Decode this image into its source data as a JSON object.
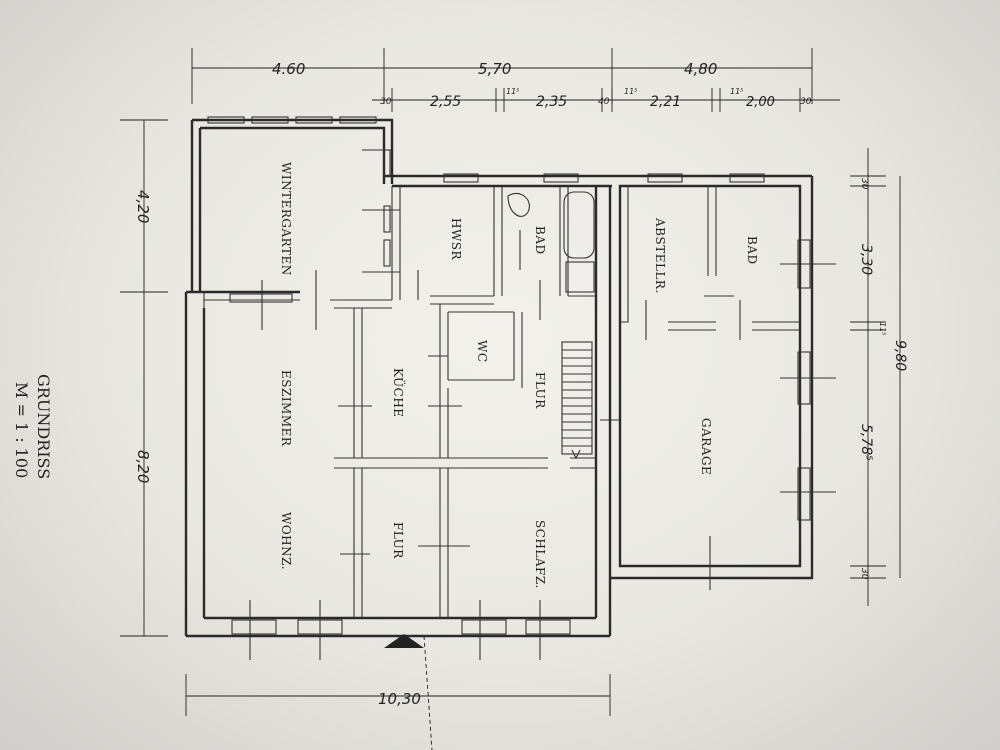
{
  "title": {
    "heading": "GRUNDRISS",
    "scale": "M = 1 : 100"
  },
  "rooms": {
    "wintergarten": "WINTERGARTEN",
    "esszimmer": "ESZIMMER",
    "wohnz": "WOHNZ.",
    "hwsr": "HWSR",
    "bad_left": "BAD",
    "wc": "WC",
    "kueche": "KÜCHE",
    "flur_top": "FLUR",
    "flur_bottom": "FLUR",
    "schlafz": "SCHLAFZ.",
    "abstellr": "ABSTELLR.",
    "bad_right": "BAD",
    "garage": "GARAGE"
  },
  "dimensions": {
    "top_outer": [
      "4.60",
      "5,70",
      "4,80"
    ],
    "top_inner": [
      "30",
      "2,55",
      "11⁵",
      "2,35",
      "40",
      "11⁵",
      "2,21",
      "11⁵",
      "2,00",
      "30"
    ],
    "left": [
      "4,20",
      "8,20"
    ],
    "bottom": "10,30",
    "right_inner": [
      "30",
      "3,30",
      "11⁵",
      "5,78⁵",
      "30"
    ],
    "right_total": "9,80"
  }
}
